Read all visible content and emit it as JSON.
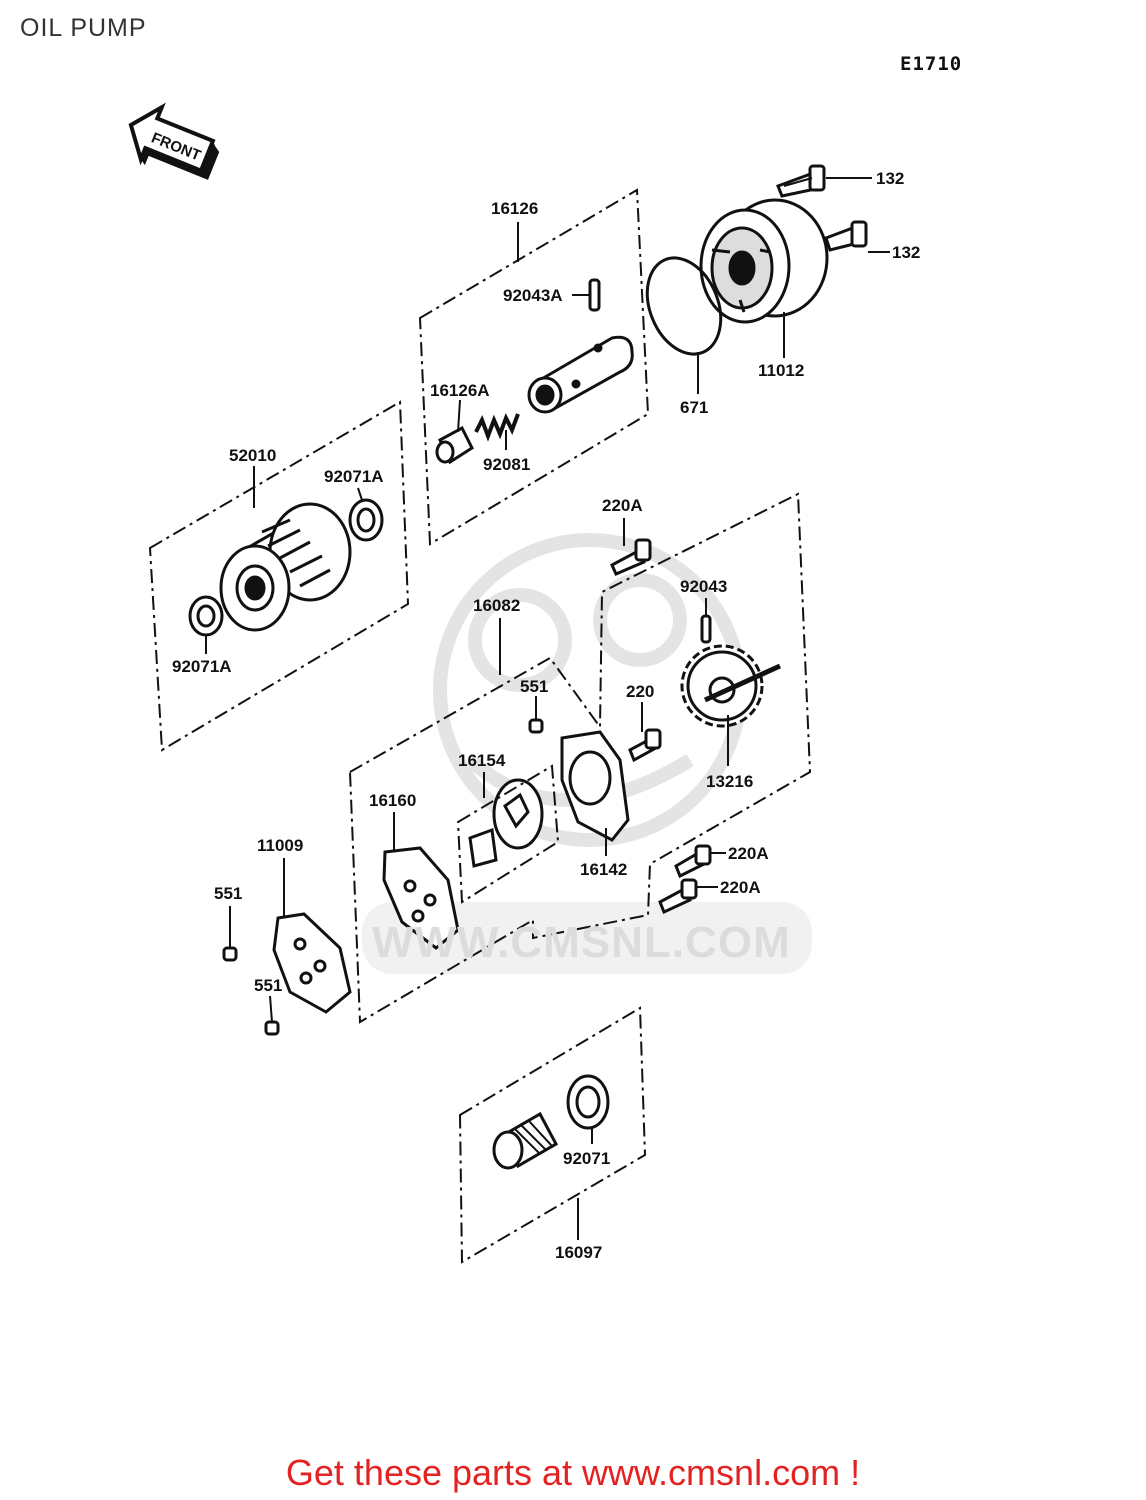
{
  "header": {
    "title": "OIL PUMP",
    "diagram_code": "E1710"
  },
  "orientation_badge": "FRONT",
  "watermark": "WWW.CMSNL.COM",
  "footer": {
    "text": "Get these parts at www.cmsnl.com !",
    "link_color": "#e32222"
  },
  "part_labels": [
    "132",
    "132",
    "16126",
    "92043A",
    "11012",
    "671",
    "16126A",
    "92081",
    "52010",
    "92071A",
    "92071A",
    "220A",
    "16082",
    "92043",
    "551",
    "220",
    "16154",
    "16160",
    "13216",
    "11009",
    "16142",
    "220A",
    "220A",
    "551",
    "551",
    "92071",
    "16097"
  ]
}
